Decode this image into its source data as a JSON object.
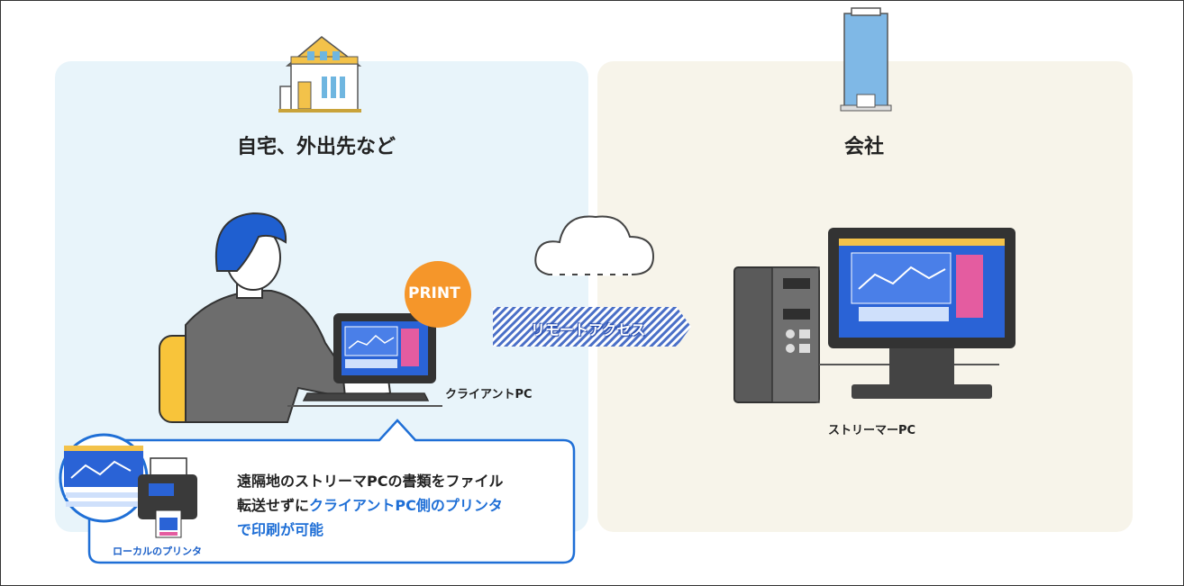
{
  "home": {
    "title": "自宅、外出先など"
  },
  "office": {
    "title": "会社"
  },
  "client_pc": {
    "label": "クライアントPC"
  },
  "streamer_pc": {
    "label": "ストリーマーPC"
  },
  "remote_access": {
    "label": "リモートアクセス"
  },
  "print_badge": {
    "label": "PRINT"
  },
  "local_printer": {
    "label": "ローカルのプリンタ"
  },
  "callout": {
    "line1": "遠隔地のストリーマPCの書類をファイル",
    "line2_plain": "転送せずに",
    "line2_highlight": "クライアントPC側のプリンタ",
    "line3_highlight": "で印刷が可能"
  },
  "colors": {
    "home_bg": "#e8f4fa",
    "office_bg": "#f7f4ea",
    "accent_blue": "#1f6fd6",
    "print_orange": "#f5962a",
    "chair_yellow": "#f8c43a",
    "screen_blue": "#2a63d6"
  }
}
